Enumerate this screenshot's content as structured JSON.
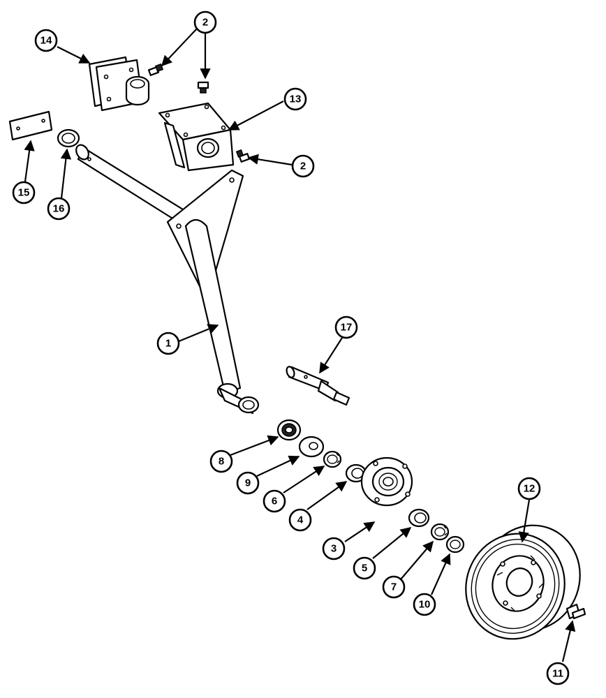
{
  "callouts": [
    {
      "id": "c1",
      "label": "1"
    },
    {
      "id": "c2a",
      "label": "2"
    },
    {
      "id": "c2b",
      "label": "2"
    },
    {
      "id": "c3",
      "label": "3"
    },
    {
      "id": "c4",
      "label": "4"
    },
    {
      "id": "c5",
      "label": "5"
    },
    {
      "id": "c6",
      "label": "6"
    },
    {
      "id": "c7",
      "label": "7"
    },
    {
      "id": "c8",
      "label": "8"
    },
    {
      "id": "c9",
      "label": "9"
    },
    {
      "id": "c10",
      "label": "10"
    },
    {
      "id": "c11",
      "label": "11"
    },
    {
      "id": "c12",
      "label": "12"
    },
    {
      "id": "c13",
      "label": "13"
    },
    {
      "id": "c14",
      "label": "14"
    },
    {
      "id": "c15",
      "label": "15"
    },
    {
      "id": "c16",
      "label": "16"
    },
    {
      "id": "c17",
      "label": "17"
    }
  ]
}
